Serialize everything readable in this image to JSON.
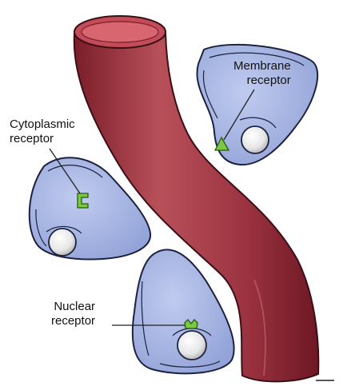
{
  "labels": {
    "cytoplasmic": "Cytoplasmic\nreceptor",
    "membrane": "Membrane\nreceptor",
    "nuclear": "Nuclear\nreceptor"
  },
  "colors": {
    "vessel": "#a23a45",
    "cell": "#a8b6e2",
    "receptor": "#79c943"
  }
}
